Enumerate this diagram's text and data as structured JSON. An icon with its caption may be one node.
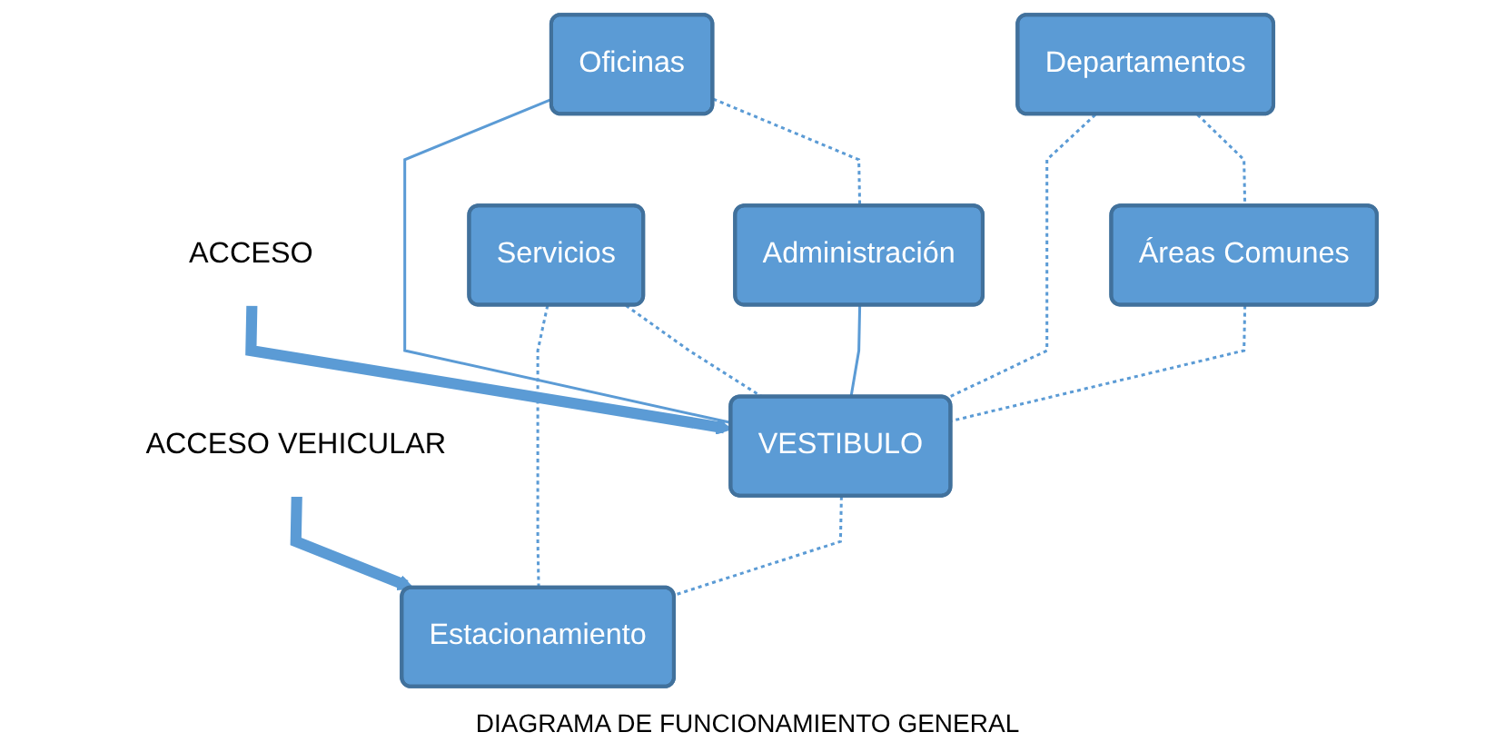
{
  "diagram": {
    "caption": "DIAGRAMA DE FUNCIONAMIENTO GENERAL",
    "nodes": [
      {
        "text": [
          "Departamentos"
        ]
      },
      {
        "text": [
          "Áreas Comunes"
        ]
      },
      {
        "text": [
          "Oficinas"
        ]
      },
      {
        "text": [
          "Servicios"
        ]
      },
      {
        "text": [
          "Administración"
        ]
      },
      {
        "text": [
          "VESTIBULO"
        ]
      },
      {
        "text": [
          "Estacionamiento"
        ]
      },
      {
        "text": [
          "ACCESO"
        ]
      },
      {
        "text": [
          "ACCESO VEHICULAR"
        ]
      }
    ],
    "edges": [
      {
        "from": 0,
        "to": 1,
        "arrow": "none",
        "style": "dashed"
      },
      {
        "from": 0,
        "to": 5,
        "arrow": "none",
        "style": "dashed"
      },
      {
        "from": 1,
        "to": 5,
        "arrow": "none",
        "style": "dashed"
      },
      {
        "from": 2,
        "to": 4,
        "arrow": "none",
        "style": "dashed"
      },
      {
        "from": 2,
        "to": 5,
        "arrow": "none"
      },
      {
        "from": 4,
        "to": 5,
        "arrow": "none"
      },
      {
        "from": 3,
        "to": 5,
        "arrow": "none",
        "style": "dashed"
      },
      {
        "from": 3,
        "to": 6,
        "arrow": "none",
        "style": "dashed"
      },
      {
        "from": 5,
        "to": 6,
        "arrow": "none",
        "style": "dashed"
      },
      {
        "from": 7,
        "to": 5,
        "arrow": "to",
        "style": "thick"
      },
      {
        "from": 8,
        "to": 6,
        "arrow": "to",
        "style": "thick"
      }
    ]
  }
}
